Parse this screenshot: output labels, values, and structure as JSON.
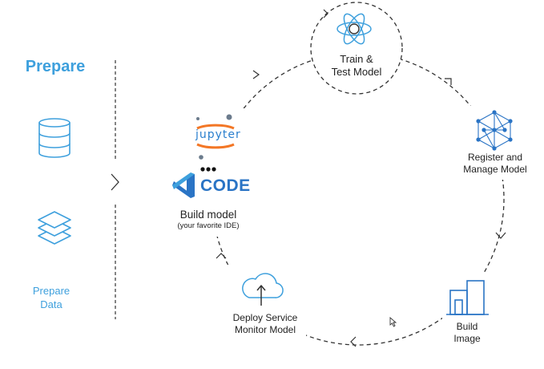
{
  "prepare": {
    "title": "Prepare",
    "label_line1": "Prepare",
    "label_line2": "Data"
  },
  "build": {
    "jupyter_text": "jupyter",
    "code_text": "CODE",
    "label": "Build model",
    "sublabel": "(your favorite IDE)"
  },
  "train": {
    "line1": "Train &",
    "line2": "Test Model"
  },
  "register": {
    "line1": "Register and",
    "line2": "Manage Model"
  },
  "image": {
    "line1": "Build",
    "line2": "Image"
  },
  "deploy": {
    "line1": "Deploy Service",
    "line2": "Monitor Model"
  },
  "colors": {
    "accent": "#3ea0dd",
    "icon_blue": "#2a74c5",
    "jupyter_orange": "#f37726",
    "dash_line": "#333333",
    "text": "#222222"
  },
  "icons": {
    "database": "database-icon",
    "layers": "layers-icon",
    "atom": "atom-icon",
    "network": "network-icon",
    "building": "building-icon",
    "cloud": "cloud-upload-icon",
    "vscode": "vscode-icon",
    "jupyter": "jupyter-icon",
    "chevron": "chevron-right-icon",
    "cursor": "cursor-icon"
  }
}
